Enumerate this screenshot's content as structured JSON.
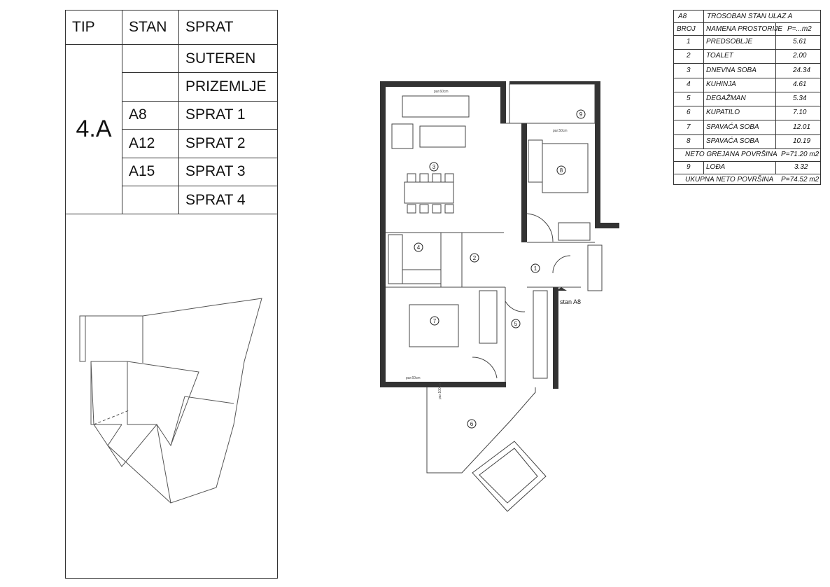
{
  "type_table": {
    "headers": {
      "tip": "TIP",
      "stan": "STAN",
      "sprat": "SPRAT"
    },
    "tip_value": "4.A",
    "rows": [
      {
        "stan": "",
        "sprat": "SUTEREN"
      },
      {
        "stan": "",
        "sprat": "PRIZEMLJE"
      },
      {
        "stan": "A8",
        "sprat": "SPRAT 1"
      },
      {
        "stan": "A12",
        "sprat": "SPRAT 2"
      },
      {
        "stan": "A15",
        "sprat": "SPRAT 3"
      },
      {
        "stan": "",
        "sprat": "SPRAT 4"
      }
    ]
  },
  "room_table": {
    "unit": "A8",
    "title": "TROSOBAN STAN ULAZ A",
    "col_broj": "BROJ",
    "col_namena": "NAMENA PROSTORIJE",
    "col_p": "P=...m2",
    "rooms": [
      {
        "no": "1",
        "name": "PREDSOBLJE",
        "area": "5.61"
      },
      {
        "no": "2",
        "name": "TOALET",
        "area": "2.00"
      },
      {
        "no": "3",
        "name": "DNEVNA SOBA",
        "area": "24.34"
      },
      {
        "no": "4",
        "name": "KUHINJA",
        "area": "4.61"
      },
      {
        "no": "5",
        "name": "DEGAŽMAN",
        "area": "5.34"
      },
      {
        "no": "6",
        "name": "KUPATILO",
        "area": "7.10"
      },
      {
        "no": "7",
        "name": "SPAVAĆA SOBA",
        "area": "12.01"
      },
      {
        "no": "8",
        "name": "SPAVAĆA SOBA",
        "area": "10.19"
      }
    ],
    "neto_label": "NETO GREJANA POVRŠINA",
    "neto_value": "P=71.20 m2",
    "extra": {
      "no": "9",
      "name": "LOĐA",
      "area": "3.32"
    },
    "total_label": "UKUPNA NETO POVRŠINA",
    "total_value": "P=74.52 m2"
  },
  "plan": {
    "room_numbers": [
      "1",
      "2",
      "3",
      "4",
      "5",
      "6",
      "7",
      "8",
      "9"
    ],
    "entrance_label": "stan A8",
    "parapet_60": "par.60cm",
    "parapet_50": "par.50cm",
    "parapet_100": "par.100cm"
  }
}
